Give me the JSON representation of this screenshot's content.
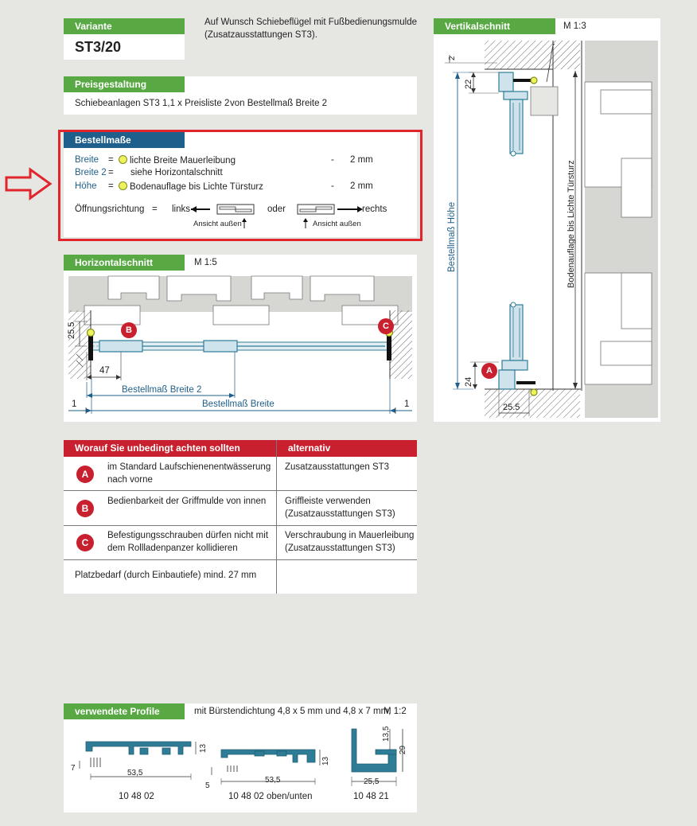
{
  "variante": {
    "tab": "Variante",
    "code": "ST3/20",
    "description_line1": "Auf Wunsch Schiebeflügel mit Fußbedienungsmulde",
    "description_line2": "(Zusatzausstattungen ST3)."
  },
  "preis": {
    "tab": "Preisgestaltung",
    "text_a": "Schiebeanlagen ST3",
    "text_b": "1,1 x Preisliste 2",
    "text_c": "von Bestellmaß Breite 2"
  },
  "bestellmasse": {
    "tab": "Bestellmaße",
    "rows": [
      {
        "label": "Breite",
        "eq": "=",
        "text": "lichte Breite Mauerleibung",
        "dash": "-",
        "value": "2 mm"
      },
      {
        "label": "Breite 2",
        "eq": "=",
        "text": "siehe Horizontalschnitt"
      },
      {
        "label": "Höhe",
        "eq": "=",
        "text": "Bodenauflage bis Lichte Türsturz",
        "dash": "-",
        "value": "2 mm"
      }
    ],
    "oeffnung_label": "Öffnungsrichtung",
    "oeffnung_eq": "=",
    "links": "links",
    "oder": "oder",
    "rechts": "rechts",
    "ansicht1": "Ansicht außen",
    "ansicht2": "Ansicht außen"
  },
  "horizontal": {
    "tab": "Horizontalschnitt",
    "scale": "M 1:5",
    "dim_255": "25.5",
    "dim_47": "47",
    "dim_breite2": "Bestellmaß Breite 2",
    "dim_breite": "Bestellmaß Breite",
    "dim_1_left": "1",
    "dim_1_right": "1",
    "marker_b": "B",
    "marker_c": "C"
  },
  "vertikal": {
    "tab": "Vertikalschnitt",
    "scale": "M 1:3",
    "dim_2": "2",
    "dim_22": "22",
    "dim_hoehe": "Bestellmaß Höhe",
    "dim_boden": "Bodenauflage bis Lichte Türsturz",
    "dim_24": "24",
    "dim_255": "25.5",
    "marker_a": "A"
  },
  "hinweise": {
    "header_left": "Worauf Sie unbedingt achten sollten",
    "header_right": "alternativ",
    "rows": [
      {
        "letter": "A",
        "left1": "im Standard Laufschienenentwässerung",
        "left2": "nach vorne",
        "right1": "Zusatzausstattungen ST3",
        "right2": ""
      },
      {
        "letter": "B",
        "left1": "Bedienbarkeit der Griffmulde von innen",
        "left2": "",
        "right1": "Griffleiste verwenden",
        "right2": "(Zusatzausstattungen ST3)"
      },
      {
        "letter": "C",
        "left1": "Befestigungsschrauben dürfen nicht mit",
        "left2": "dem Rollladenpanzer kollidieren",
        "right1": "Verschraubung in Mauerleibung",
        "right2": "(Zusatzausstattungen ST3)"
      }
    ],
    "footer": "Platzbedarf (durch Einbautiefe) mind. 27 mm"
  },
  "profile": {
    "tab": "verwendete Profile",
    "description": "mit Bürstendichtung 4,8 x 5 mm und 4,8 x 7 mm,",
    "scale": "M 1:2",
    "items": [
      {
        "id": "10 48 02",
        "w": "53,5",
        "h": "13",
        "side": "7"
      },
      {
        "id": "10 48 02 oben/unten",
        "w": "53,5",
        "h": "13",
        "side": "5"
      },
      {
        "id": "10 48 21",
        "w": "25,5",
        "h": "29",
        "h2": "13,5"
      }
    ]
  },
  "colors": {
    "green": "#58a944",
    "blue": "#1f5f8b",
    "red": "#c8202e",
    "profile_blue": "#2f7c96",
    "dim_blue": "#1f5f8b"
  }
}
